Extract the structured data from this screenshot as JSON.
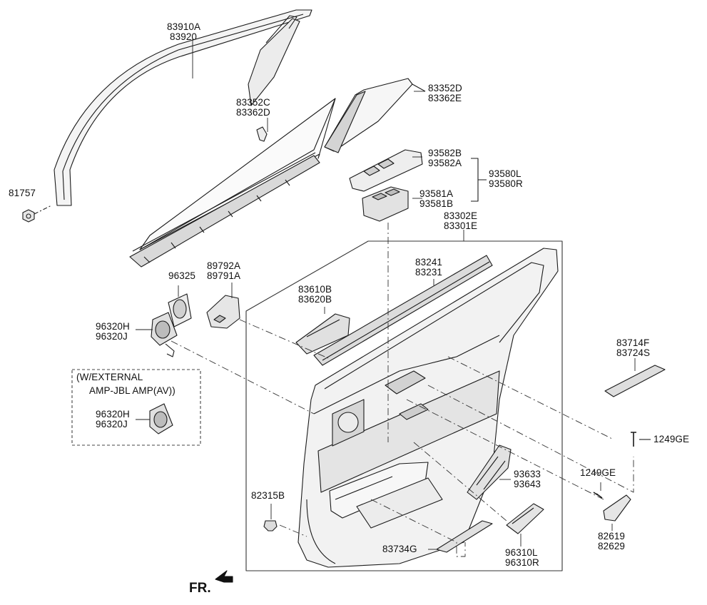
{
  "diagram": {
    "part_labels": {
      "upper_sash": [
        "83910A",
        "83920"
      ],
      "seal_nut": [
        "81757"
      ],
      "curtain_main": [
        "83352C",
        "83362D"
      ],
      "curtain_quarter": [
        "83352D",
        "83362E"
      ],
      "switch_bezel": [
        "93582B",
        "93582A"
      ],
      "switch_assy": [
        "93581A",
        "93581B"
      ],
      "switch_group": [
        "93580L",
        "93580R"
      ],
      "door_trim": [
        "83302E",
        "83301E"
      ],
      "trim_weatherstrip": [
        "83241",
        "83231"
      ],
      "speaker_grille": [
        "96325"
      ],
      "connector_bracket": [
        "89792A",
        "89791A"
      ],
      "speaker": [
        "96320H",
        "96320J"
      ],
      "inside_handle": [
        "83610B",
        "83620B"
      ],
      "external_amp_note": [
        "(W/EXTERNAL",
        "AMP-JBL AMP(AV))"
      ],
      "speaker_alt": [
        "96320H",
        "96320J"
      ],
      "side_garnish": [
        "83714F",
        "83724S"
      ],
      "screw_upper": [
        "1249GE"
      ],
      "screw_lower": [
        "1249GE"
      ],
      "bracket_light": [
        "93633",
        "93643"
      ],
      "clip": [
        "82315B"
      ],
      "cap_cover": [
        "82619",
        "82629"
      ],
      "pocket_pad": [
        "83734G"
      ],
      "courtesy_lamp": [
        "96310L",
        "96310R"
      ]
    },
    "direction_label": "FR."
  }
}
